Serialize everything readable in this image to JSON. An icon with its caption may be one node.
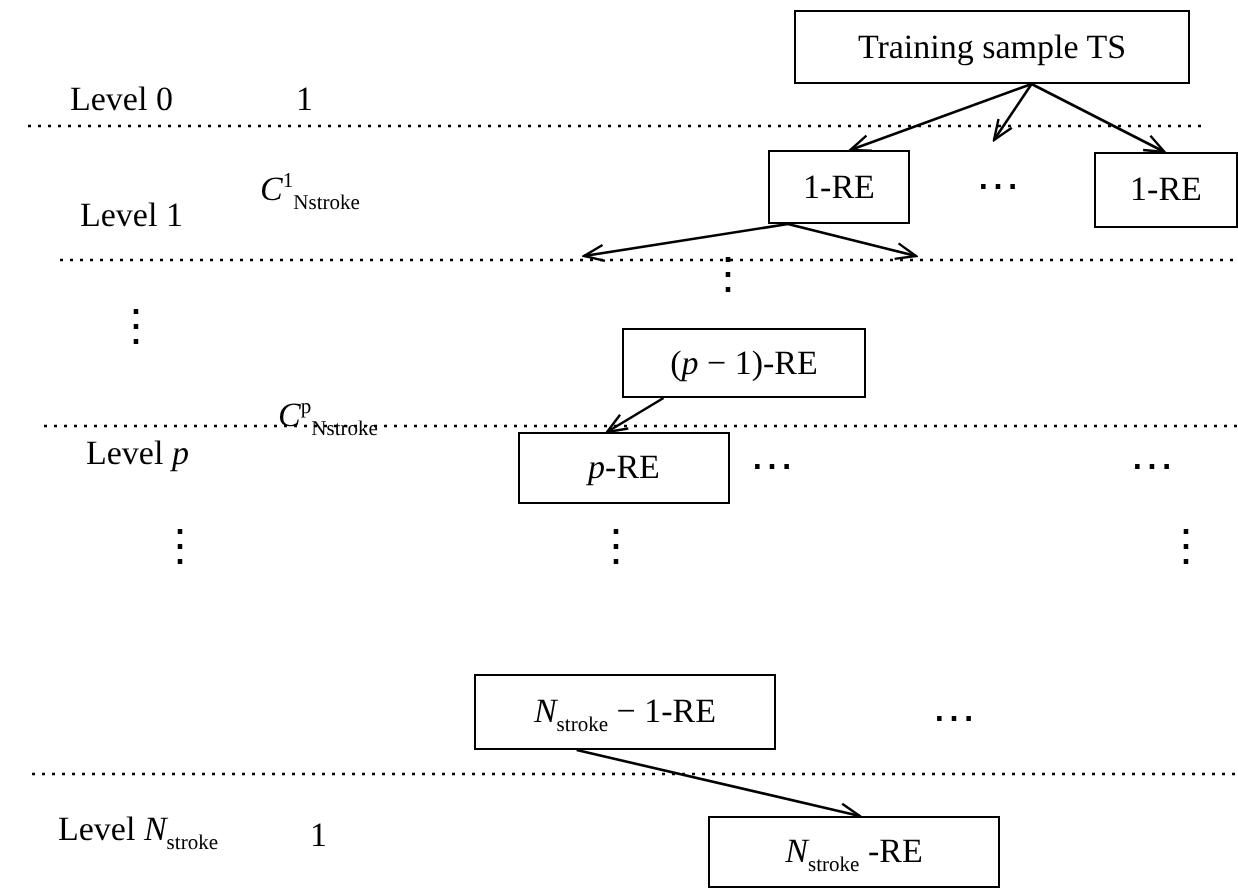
{
  "diagram": {
    "nodes": [
      {
        "text": [
          "Training sample TS"
        ]
      },
      {
        "text": [
          "1-RE"
        ]
      },
      {
        "text": [
          "1-RE"
        ]
      },
      {
        "text": [
          "(*p* − 1)-RE"
        ]
      },
      {
        "text": [
          "*p*-RE"
        ]
      },
      {
        "text": [
          "*N*$_{stroke}$ − 1-RE"
        ]
      },
      {
        "text": [
          "*N*$_{stroke}$ -RE"
        ]
      }
    ],
    "edges": [
      {
        "from": 0,
        "to": 1,
        "arrow": "to"
      },
      {
        "from": 0,
        "to": null,
        "arrow": "to"
      },
      {
        "from": 0,
        "to": 2,
        "arrow": "to"
      },
      {
        "from": 1,
        "to": null,
        "arrow": "to"
      },
      {
        "from": 1,
        "to": null,
        "arrow": "to"
      },
      {
        "from": 3,
        "to": 4,
        "arrow": "to"
      },
      {
        "from": 5,
        "to": 6,
        "arrow": "to"
      }
    ],
    "labels": [
      "Level 0",
      "1",
      "⋯",
      "Level 1",
      "*C*$^{1}$$_{N}$$_{stroke}$",
      "⋮",
      "⋮",
      "Level *p*",
      "*C*$^{p}$$_{N}$$_{stroke}$",
      "⋯",
      "⋯",
      "⋮",
      "⋮",
      "⋮",
      "⋯",
      "Level *N*$_{stroke}$",
      "1"
    ]
  }
}
